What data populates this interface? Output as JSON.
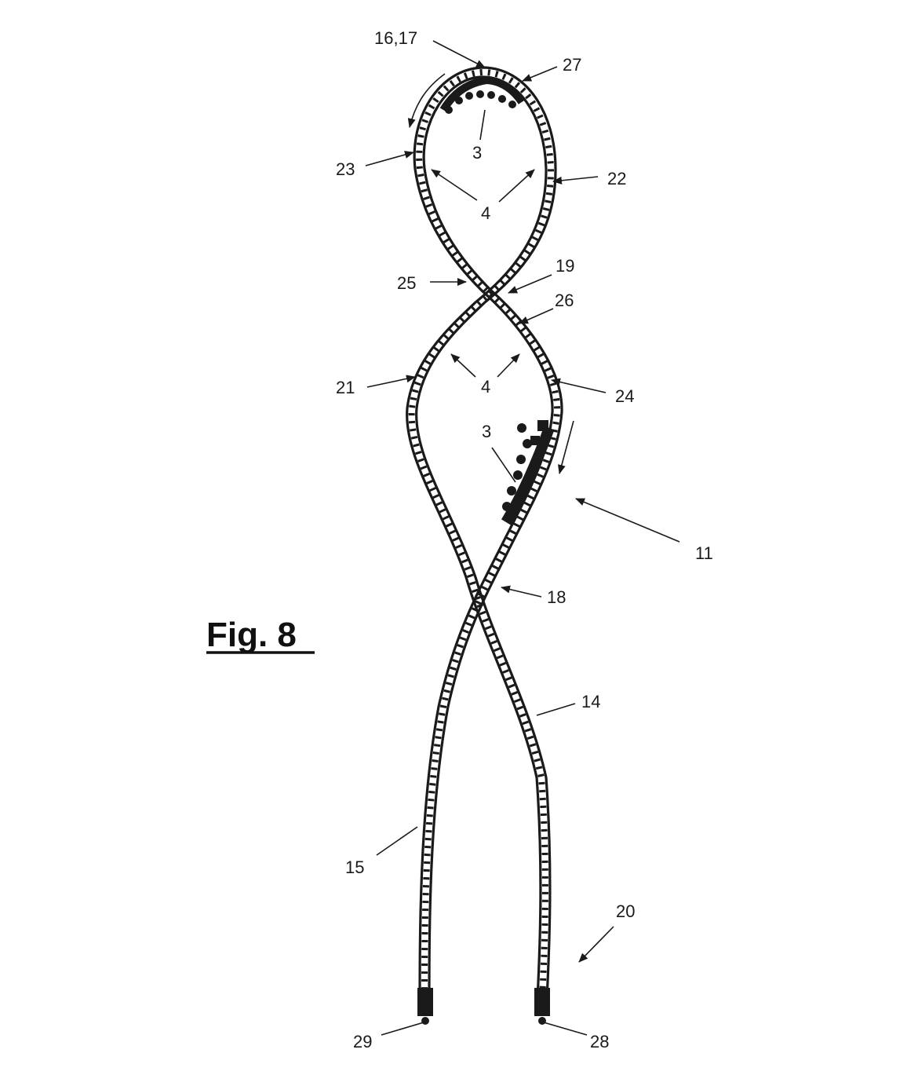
{
  "figure": {
    "title": "Fig. 8"
  },
  "labels": {
    "l_16_17": "16,17",
    "l_27": "27",
    "l_3_top": "3",
    "l_23": "23",
    "l_22": "22",
    "l_4_upper": "4",
    "l_25": "25",
    "l_19": "19",
    "l_26": "26",
    "l_21": "21",
    "l_4_lower": "4",
    "l_24": "24",
    "l_3_mid": "3",
    "l_11": "11",
    "l_18": "18",
    "l_14": "14",
    "l_15": "15",
    "l_20": "20",
    "l_29": "29",
    "l_28": "28"
  },
  "colors": {
    "ink": "#1a1a1a",
    "paper": "#ffffff"
  }
}
